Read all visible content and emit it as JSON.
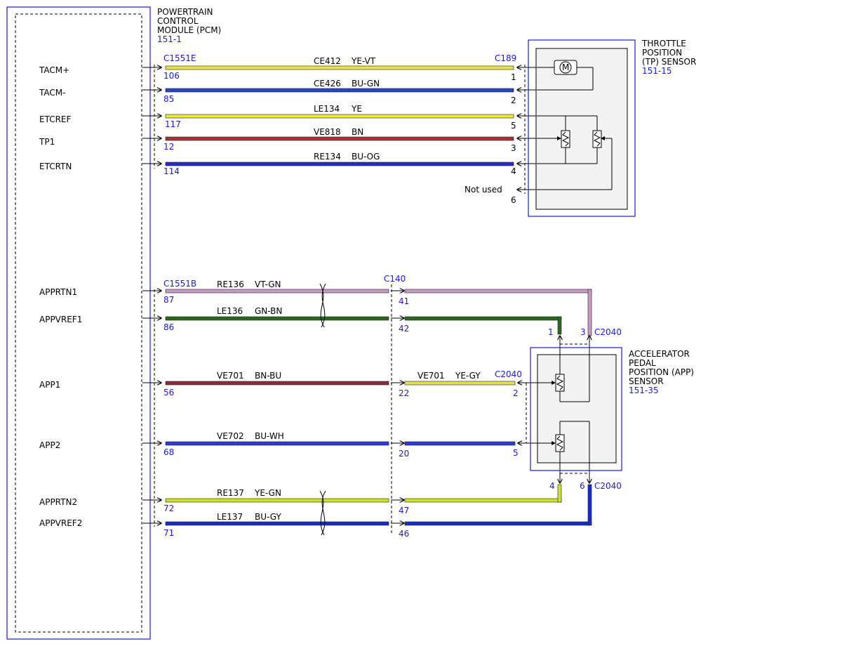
{
  "pcm": {
    "title_lines": [
      "POWERTRAIN",
      "CONTROL",
      "MODULE (PCM)"
    ],
    "ref": "151-1",
    "connector_e": "C1551E",
    "connector_b": "C1551B"
  },
  "tp_sensor": {
    "title_lines": [
      "THROTTLE",
      "POSITION",
      "(TP) SENSOR"
    ],
    "ref": "151-15",
    "connector": "C189",
    "not_used": "Not used",
    "motor_label": "M"
  },
  "app_sensor": {
    "title_lines": [
      "ACCELERATOR",
      "PEDAL",
      "POSITION (APP)",
      "SENSOR"
    ],
    "ref": "151-35",
    "connector": "C2040"
  },
  "inline_connector": "C140",
  "colors": {
    "YE-VT": "#ece24a",
    "BU-GN": "#1f47c8",
    "YE": "#ecec2a",
    "BN": "#a83232",
    "BU-OG": "#2a2acc",
    "VT-GN": "#c89ac8",
    "GN-BN": "#2a6a1a",
    "BN-BU": "#8a2a3a",
    "YE-GY": "#e2e24a",
    "BU-WH": "#2a3ae0",
    "YE-GN": "#cde22a",
    "BU-GY": "#1a2ad0",
    "box_blue": "#2a2ae0",
    "pin_blue": "#1a1adc"
  },
  "tp_circuits": [
    {
      "signal": "TACM+",
      "pcm_pin": "106",
      "circuit": "CE412",
      "color": "YE-VT",
      "tp_pin": "1"
    },
    {
      "signal": "TACM-",
      "pcm_pin": "85",
      "circuit": "CE426",
      "color": "BU-GN",
      "tp_pin": "2"
    },
    {
      "signal": "ETCREF",
      "pcm_pin": "117",
      "circuit": "LE134",
      "color": "YE",
      "tp_pin": "5"
    },
    {
      "signal": "TP1",
      "pcm_pin": "12",
      "circuit": "VE818",
      "color": "BN",
      "tp_pin": "3"
    },
    {
      "signal": "ETCRTN",
      "pcm_pin": "114",
      "circuit": "RE134",
      "color": "BU-OG",
      "tp_pin": "4"
    }
  ],
  "tp_unused_pin": "6",
  "app_circuits": [
    {
      "signal": "APPRTN1",
      "pcm_pin": "87",
      "circuit": "RE136",
      "color": "VT-GN",
      "c140_pin": "41",
      "app_pin": "3"
    },
    {
      "signal": "APPVREF1",
      "pcm_pin": "86",
      "circuit": "LE136",
      "color": "GN-BN",
      "c140_pin": "42",
      "app_pin": "1"
    },
    {
      "signal": "APP1",
      "pcm_pin": "56",
      "circuit": "VE701",
      "color": "BN-BU",
      "c140_pin": "22",
      "circuit2": "VE701",
      "color2": "YE-GY",
      "app_pin": "2"
    },
    {
      "signal": "APP2",
      "pcm_pin": "68",
      "circuit": "VE702",
      "color": "BU-WH",
      "c140_pin": "20",
      "app_pin": "5"
    },
    {
      "signal": "APPRTN2",
      "pcm_pin": "72",
      "circuit": "RE137",
      "color": "YE-GN",
      "c140_pin": "47",
      "app_pin": "4"
    },
    {
      "signal": "APPVREF2",
      "pcm_pin": "71",
      "circuit": "LE137",
      "color": "BU-GY",
      "c140_pin": "46",
      "app_pin": "6"
    }
  ]
}
